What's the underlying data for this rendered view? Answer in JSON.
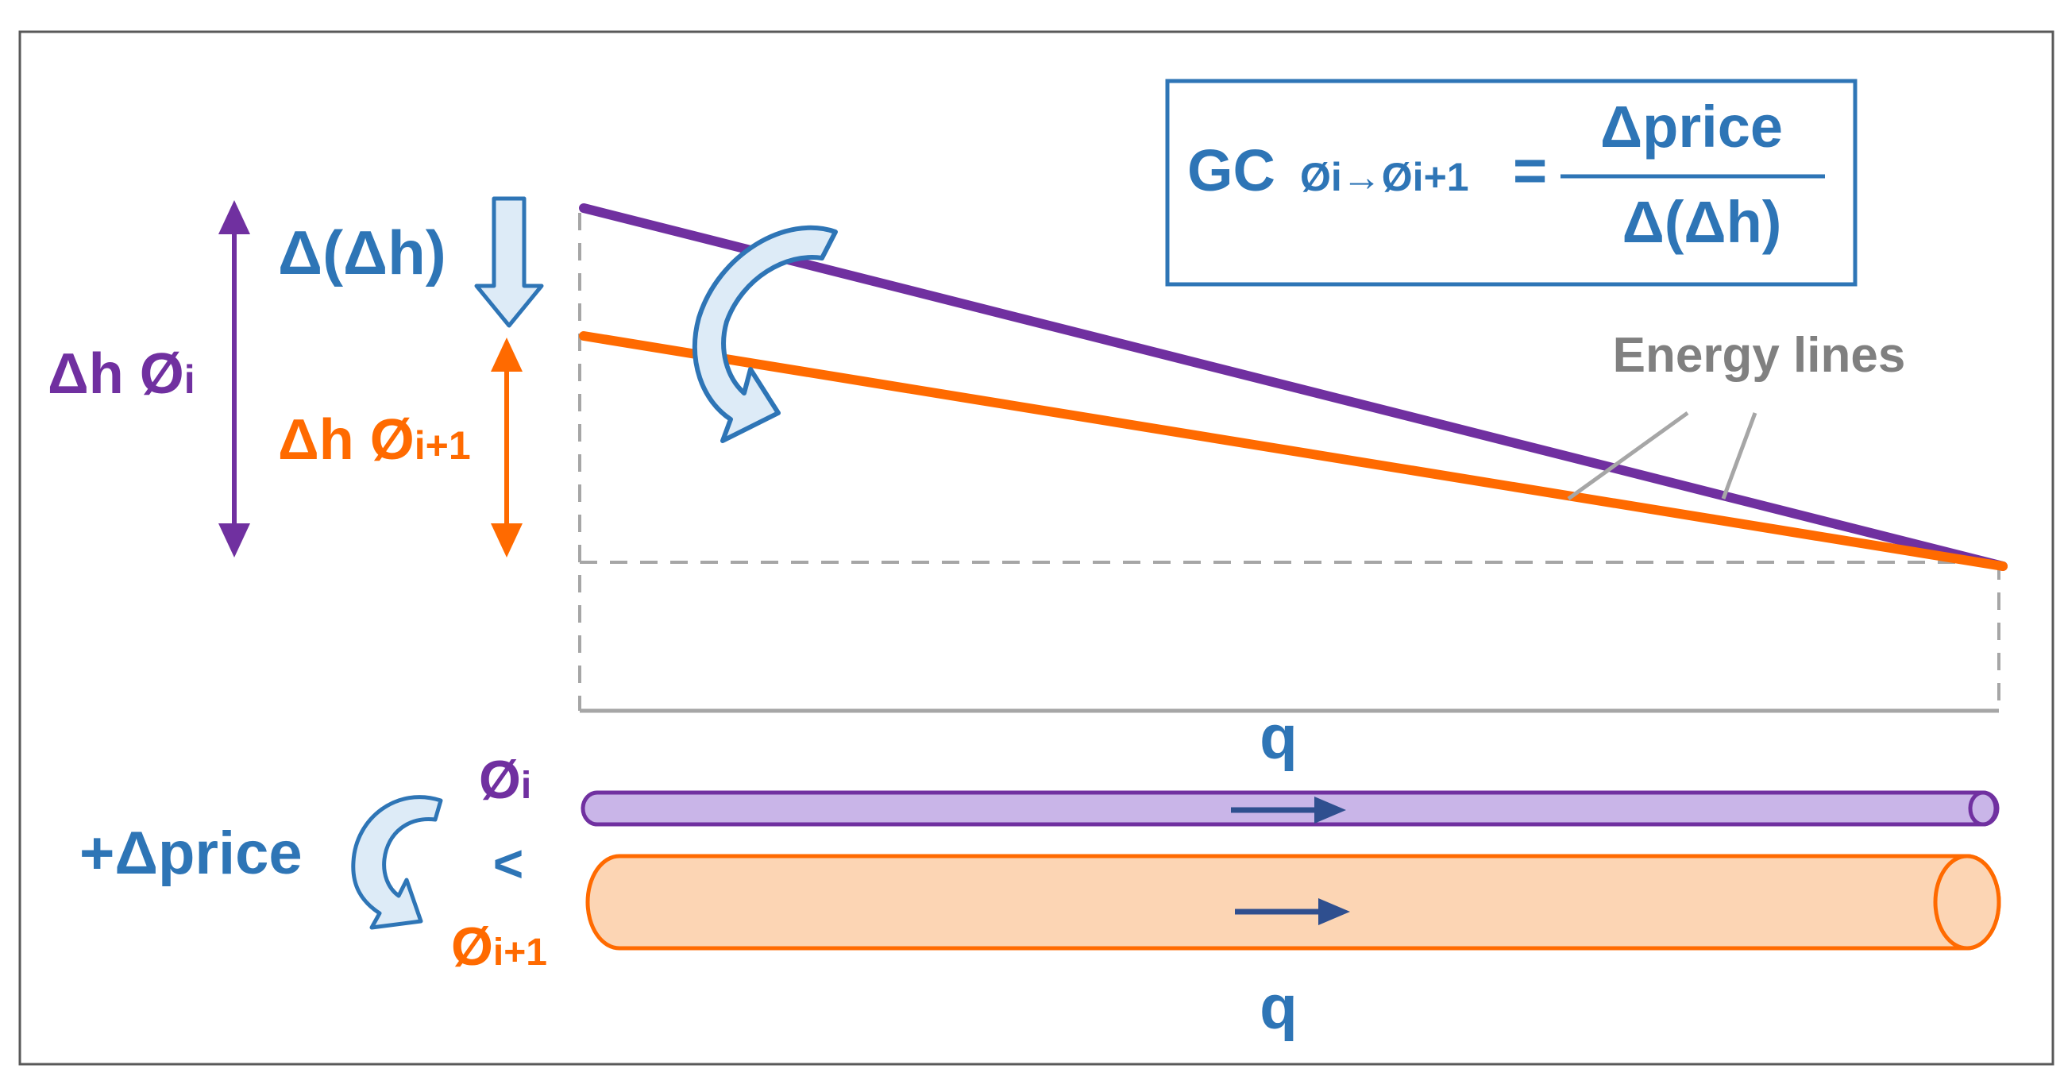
{
  "colors": {
    "purple": "#7030A0",
    "orange": "#FF6A00",
    "blue": "#2E75B6",
    "gray": "#808080",
    "dashed": "#A6A6A6",
    "light_blue": "#DDEBF7",
    "light_purple": "#C9B5E8",
    "light_orange": "#FCD5B4",
    "arrow_dark": "#2F4F8F"
  },
  "formula": {
    "lhs": "GC",
    "subscript": "Øi→Øi+1",
    "equals": "=",
    "numerator": "Δprice",
    "denominator": "Δ(Δh)"
  },
  "labels": {
    "delta_delta_h": "Δ(Δh)",
    "dh_i_main": "Δh Ø",
    "dh_i_sub": "i",
    "dh_i1_main": "Δh Ø",
    "dh_i1_sub": "i+1",
    "energy_lines": "Energy lines",
    "q_top": "q",
    "q_bottom": "q",
    "plus_delta_price": "+Δprice",
    "phi_i_main": "Ø",
    "phi_i_sub": "i",
    "less_than": "<",
    "phi_i1_main": "Ø",
    "phi_i1_sub": "i+1"
  },
  "icons": {
    "curved_arrow_large": "curved-arrow-icon",
    "curved_arrow_small": "curved-arrow-icon",
    "down_arrow": "down-arrow-icon"
  }
}
